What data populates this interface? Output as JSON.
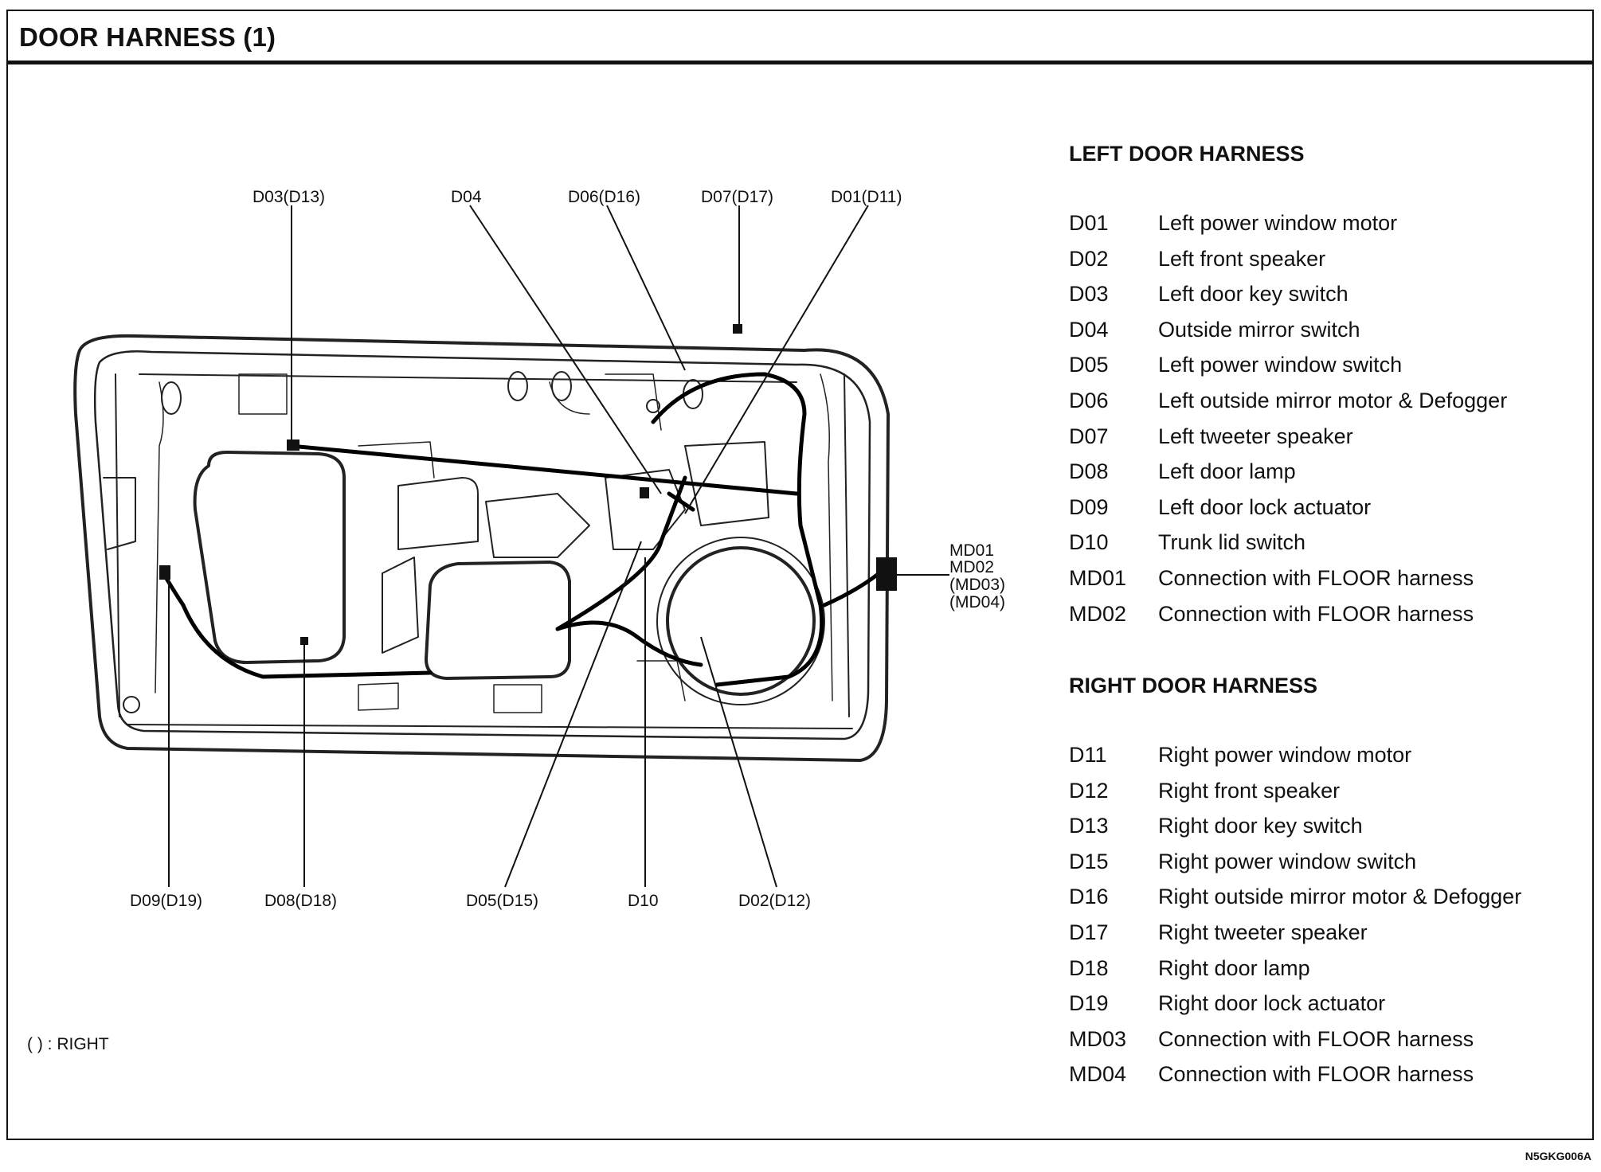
{
  "title": "DOOR HARNESS (1)",
  "callouts": {
    "d03_d13": "D03(D13)",
    "d04": "D04",
    "d06_d16": "D06(D16)",
    "d07_d17": "D07(D17)",
    "d01_d11": "D01(D11)",
    "md01": "MD01",
    "md02": "MD02",
    "md03": "(MD03)",
    "md04": "(MD04)",
    "d09_d19": "D09(D19)",
    "d08_d18": "D08(D18)",
    "d05_d15": "D05(D15)",
    "d10": "D10",
    "d02_d12": "D02(D12)"
  },
  "legend": {
    "left": {
      "heading": "LEFT DOOR HARNESS",
      "items": [
        {
          "code": "D01",
          "desc": "Left power window motor"
        },
        {
          "code": "D02",
          "desc": "Left front speaker"
        },
        {
          "code": "D03",
          "desc": "Left door key switch"
        },
        {
          "code": "D04",
          "desc": "Outside mirror switch"
        },
        {
          "code": "D05",
          "desc": "Left power window switch"
        },
        {
          "code": "D06",
          "desc": "Left outside mirror motor & Defogger"
        },
        {
          "code": "D07",
          "desc": "Left tweeter speaker"
        },
        {
          "code": "D08",
          "desc": "Left door lamp"
        },
        {
          "code": "D09",
          "desc": "Left door lock actuator"
        },
        {
          "code": "D10",
          "desc": "Trunk lid switch"
        },
        {
          "code": "MD01",
          "desc": "Connection with FLOOR harness"
        },
        {
          "code": "MD02",
          "desc": "Connection with FLOOR harness"
        }
      ]
    },
    "right": {
      "heading": "RIGHT DOOR HARNESS",
      "items": [
        {
          "code": "D11",
          "desc": "Right power window motor"
        },
        {
          "code": "D12",
          "desc": "Right front speaker"
        },
        {
          "code": "D13",
          "desc": "Right door key switch"
        },
        {
          "code": "D15",
          "desc": "Right power window switch"
        },
        {
          "code": "D16",
          "desc": "Right outside mirror motor & Defogger"
        },
        {
          "code": "D17",
          "desc": "Right tweeter speaker"
        },
        {
          "code": "D18",
          "desc": "Right door lamp"
        },
        {
          "code": "D19",
          "desc": "Right door lock actuator"
        },
        {
          "code": "MD03",
          "desc": "Connection with FLOOR harness"
        },
        {
          "code": "MD04",
          "desc": "Connection with FLOOR harness"
        }
      ]
    }
  },
  "note": "(    ) : RIGHT",
  "figure_code": "N5GKG006A"
}
